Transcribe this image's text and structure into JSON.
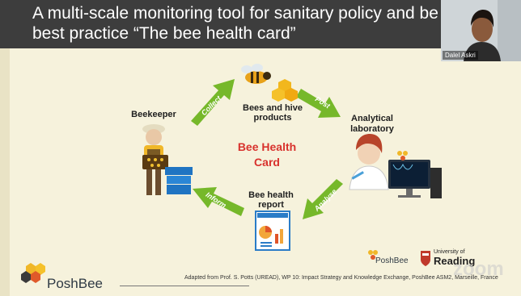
{
  "slide": {
    "title_line1": "A multi-scale monitoring tool for sanitary policy and be",
    "title_line2": "best practice “The bee health card”"
  },
  "video": {
    "participant_name": "Dalel Askri"
  },
  "diagram": {
    "beekeeper_label": "Beekeeper",
    "bees_label_line1": "Bees and hive",
    "bees_label_line2": "products",
    "lab_label_line1": "Analytical",
    "lab_label_line2": "laboratory",
    "report_label_line1": "Bee health",
    "report_label_line2": "report",
    "center_line1": "Bee Health",
    "center_line2": "Card",
    "arrow_collect": "Collect",
    "arrow_post": "Post",
    "arrow_analyse": "Analyse",
    "arrow_inform": "Inform"
  },
  "footer": {
    "logo_text": "PoshBee",
    "small_logo_text": "PoshBee",
    "university_line1": "University of",
    "university_line2": "Reading",
    "credit": "Adapted from Prof. S. Potts (UREAD), WP 10: Impact Strategy and Knowledge Exchange, PoshBee ASM2, Marseille, France",
    "watermark": "zoom"
  },
  "colors": {
    "title_bar": "#3d3d3d",
    "arrow_green": "#76b82a",
    "center_red": "#d8322d",
    "slide_bg": "#f6f2dc"
  }
}
